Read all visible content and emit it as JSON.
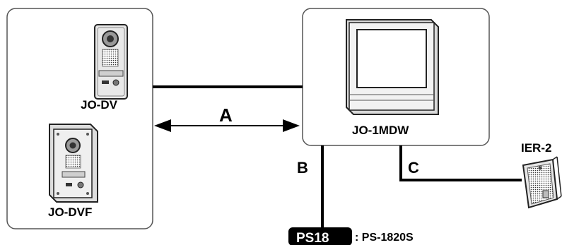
{
  "devices": {
    "door_station_1": "JO-DV",
    "door_station_2": "JO-DVF",
    "monitor": "JO-1MDW",
    "chime": "IER-2"
  },
  "wires": {
    "a": "A",
    "b": "B",
    "c": "C"
  },
  "power": {
    "badge": "PS18",
    "model": ": PS-1820S"
  },
  "colors": {
    "line": "#000000",
    "box_border": "#555555",
    "device_body": "#e6e6e6"
  }
}
